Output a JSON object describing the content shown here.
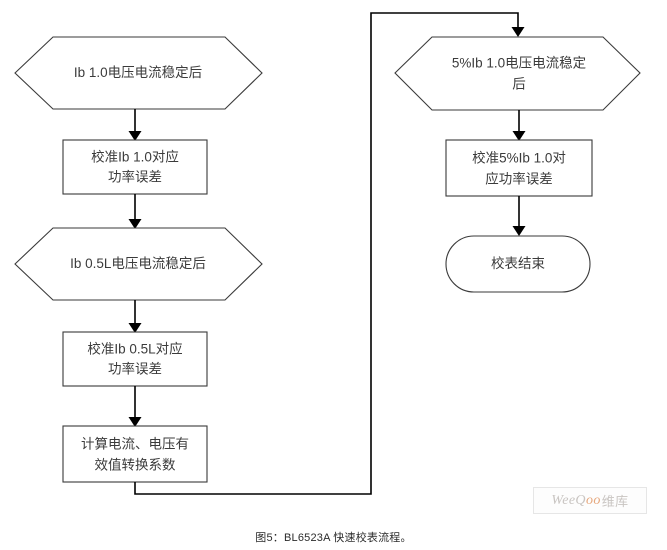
{
  "figure": {
    "caption": "图5：BL6523A 快速校表流程。",
    "title": "BL6523A 快速校表流程"
  },
  "watermark": {
    "prefix": "WeeQ",
    "accent": "oo",
    "suffix": "维库"
  },
  "colors": {
    "shape_stroke": "#3a3a3a",
    "connector": "#000000",
    "text": "#3b3b3b",
    "background": "#ffffff",
    "watermark_accent": "#e6a77c"
  },
  "chart_data": {
    "type": "diagram",
    "title": "BL6523A 快速校表流程",
    "nodes": [
      {
        "id": "n1",
        "shape": "hexagon",
        "column": "left",
        "lines": [
          "Ib 1.0电压电流稳定后"
        ],
        "text": "Ib 1.0电压电流稳定后"
      },
      {
        "id": "n2",
        "shape": "rectangle",
        "column": "left",
        "lines": [
          "校准Ib 1.0对应",
          "功率误差"
        ],
        "text": "校准Ib 1.0对应功率误差"
      },
      {
        "id": "n3",
        "shape": "hexagon",
        "column": "left",
        "lines": [
          "Ib 0.5L电压电流稳定后"
        ],
        "text": "Ib 0.5L电压电流稳定后"
      },
      {
        "id": "n4",
        "shape": "rectangle",
        "column": "left",
        "lines": [
          "校准Ib 0.5L对应",
          "功率误差"
        ],
        "text": "校准Ib 0.5L对应功率误差"
      },
      {
        "id": "n5",
        "shape": "rectangle",
        "column": "left",
        "lines": [
          "计算电流、电压有",
          "效值转换系数"
        ],
        "text": "计算电流、电压有效值转换系数"
      },
      {
        "id": "n6",
        "shape": "hexagon",
        "column": "right",
        "lines": [
          "5%Ib 1.0电压电流稳定",
          "后"
        ],
        "text": "5%Ib 1.0电压电流稳定后"
      },
      {
        "id": "n7",
        "shape": "rectangle",
        "column": "right",
        "lines": [
          "校准5%Ib 1.0对",
          "应功率误差"
        ],
        "text": "校准5%Ib 1.0对应功率误差"
      },
      {
        "id": "n8",
        "shape": "terminator",
        "column": "right",
        "lines": [
          "校表结束"
        ],
        "text": "校表结束"
      }
    ],
    "edges": [
      {
        "from": "n1",
        "to": "n2",
        "style": "straight-down",
        "arrow": true
      },
      {
        "from": "n2",
        "to": "n3",
        "style": "straight-down",
        "arrow": true
      },
      {
        "from": "n3",
        "to": "n4",
        "style": "straight-down",
        "arrow": true
      },
      {
        "from": "n4",
        "to": "n5",
        "style": "straight-down",
        "arrow": true
      },
      {
        "from": "n5",
        "to": "n6",
        "style": "elbow-right-up-over",
        "arrow": true
      },
      {
        "from": "n6",
        "to": "n7",
        "style": "straight-down",
        "arrow": true
      },
      {
        "from": "n7",
        "to": "n8",
        "style": "straight-down",
        "arrow": true
      }
    ],
    "flow_order": [
      "n1",
      "n2",
      "n3",
      "n4",
      "n5",
      "n6",
      "n7",
      "n8"
    ]
  }
}
